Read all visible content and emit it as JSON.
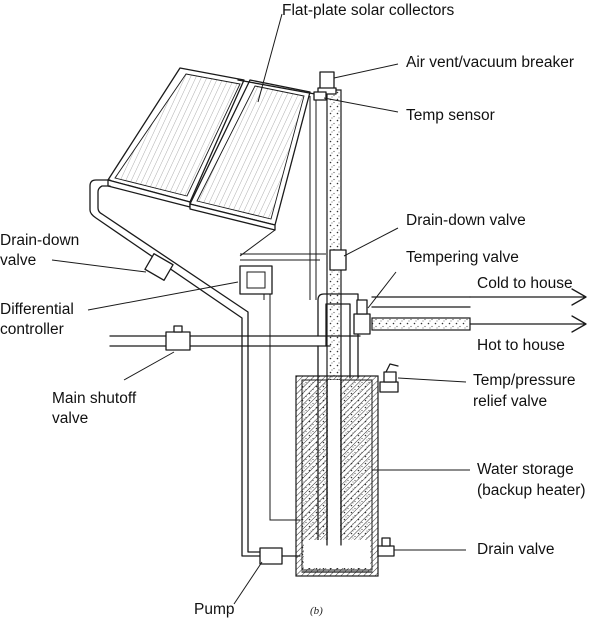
{
  "labels": {
    "collectors": "Flat-plate solar collectors",
    "air_vent": "Air vent/vacuum breaker",
    "temp_sensor": "Temp  sensor",
    "drain_down_valve_top": "Drain-down valve",
    "drain_down_valve_left_1": "Drain-down",
    "drain_down_valve_left_2": "valve",
    "tempering_valve": "Tempering valve",
    "cold_to_house": "Cold to house",
    "hot_to_house": "Hot to house",
    "differential_1": "Differential",
    "differential_2": "controller",
    "main_shutoff_1": "Main shutoff",
    "main_shutoff_2": "valve",
    "temp_pressure_1": "Temp/pressure",
    "temp_pressure_2": "relief valve",
    "water_storage_1": "Water storage",
    "water_storage_2": "(backup heater)",
    "drain_valve": "Drain valve",
    "pump": "Pump"
  },
  "caption": "(b)"
}
